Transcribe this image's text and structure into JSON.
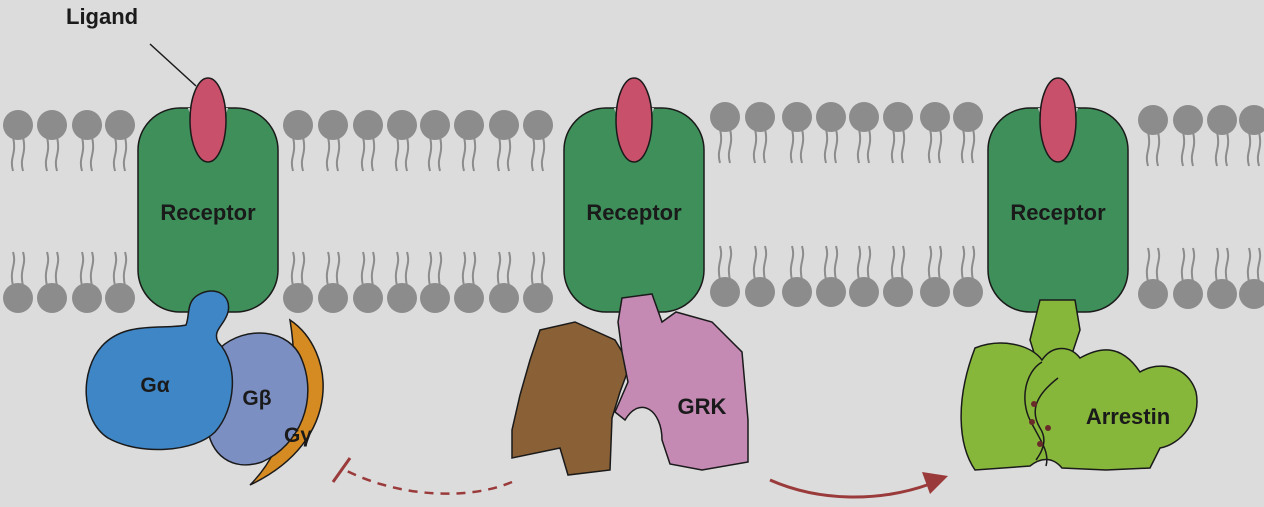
{
  "labels": {
    "ligand": "Ligand",
    "receptor_1": "Receptor",
    "receptor_2": "Receptor",
    "receptor_3": "Receptor",
    "g_alpha": "Gα",
    "g_beta": "Gβ",
    "g_gamma": "Gγ",
    "grk": "GRK",
    "arrestin": "Arrestin"
  },
  "colors": {
    "background": "#dcdcdc",
    "lipid_head": "#8c8c8c",
    "lipid_tail": "#8c8c8c",
    "receptor": "#3f8f5b",
    "ligand": "#c8506a",
    "g_alpha": "#3f86c6",
    "g_beta": "#7b8fc2",
    "g_gamma": "#d58a22",
    "grk_brown": "#8a6136",
    "grk_pink": "#c48ab4",
    "arrestin": "#86b63a",
    "arrow": "#9a3a3a",
    "outline": "#1a1a1a"
  }
}
